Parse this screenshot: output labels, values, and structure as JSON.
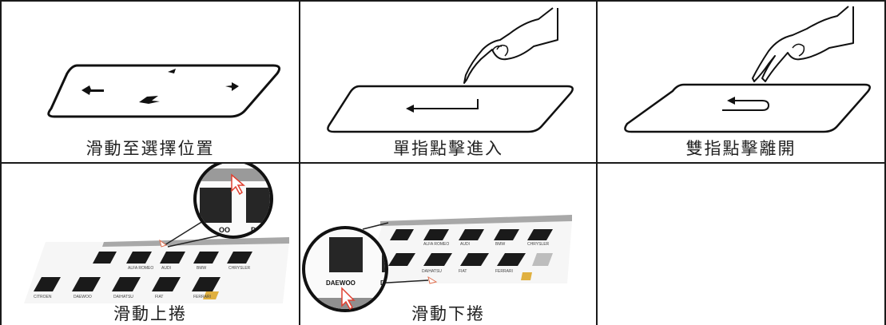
{
  "cells": [
    {
      "caption": "滑動至選擇位置",
      "icon": "swipe-card-icon"
    },
    {
      "caption": "單指點擊進入",
      "icon": "single-finger-tap-icon"
    },
    {
      "caption": "雙指點擊離開",
      "icon": "two-finger-tap-icon"
    },
    {
      "caption": "滑動上捲",
      "icon": "scroll-up-illustration",
      "zoom_label": "OO",
      "zoom_label2": "DA",
      "row1_labels": [
        "ALFA ROMEO",
        "AUDI",
        "BMW",
        "CHRYSLER"
      ],
      "row2_labels": [
        "CITROEN",
        "DAEWOO",
        "DAIHATSU",
        "FIAT",
        "FERRARI"
      ]
    },
    {
      "caption": "滑動下捲",
      "icon": "scroll-down-illustration",
      "zoom_label": "DAEWOO",
      "zoom_label2": "DAI",
      "row1_labels": [
        "ALFA ROMEO",
        "AUDI",
        "BMW",
        "CHRYSLER"
      ],
      "row2_labels": [
        "DAIHATSU",
        "FIAT",
        "FERRARI"
      ]
    },
    {
      "caption": "",
      "icon": ""
    }
  ]
}
